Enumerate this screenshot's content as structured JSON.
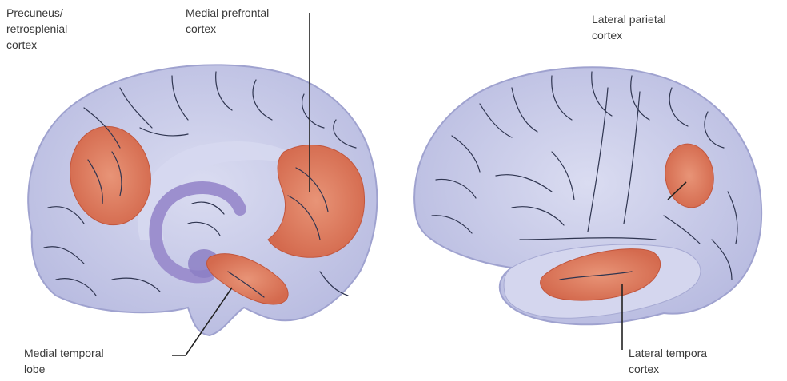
{
  "labels": {
    "precuneus": [
      "Precuneus/",
      "retrosplenial",
      "cortex"
    ],
    "medial_prefrontal": [
      "Medial prefrontal",
      "cortex"
    ],
    "lateral_parietal": [
      "Lateral parietal",
      "cortex"
    ],
    "medial_temporal": [
      "Medial temporal",
      "lobe"
    ],
    "lateral_temporal": [
      "Lateral tempora",
      "cortex"
    ]
  },
  "colors": {
    "brain_fill": "#c6c8e6",
    "brain_edge": "#9fa2cf",
    "highlight": "#de7a5e",
    "highlight_edge": "#c2563d",
    "corpus_callosum": "#9c8fce",
    "sulcus": "#2f3550",
    "leader_line": "#222222"
  }
}
